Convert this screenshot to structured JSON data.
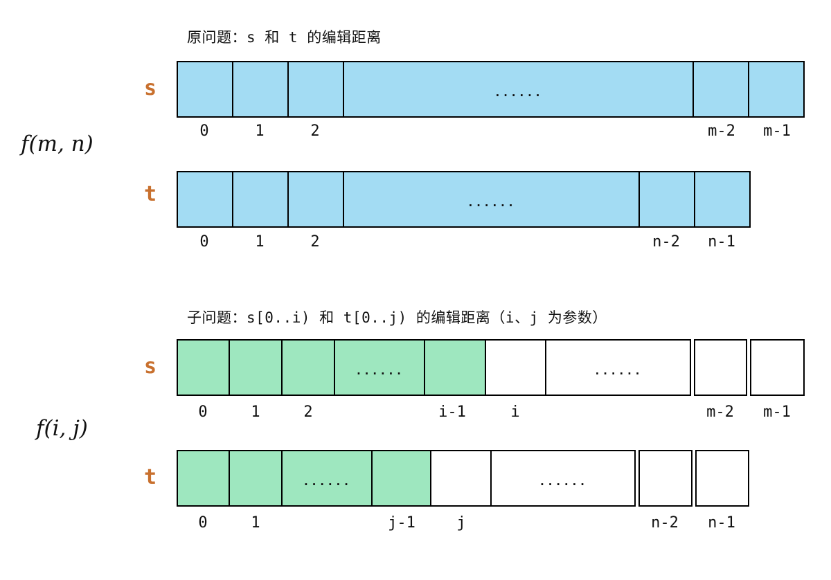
{
  "colors": {
    "cell_blue": "#a3dcf3",
    "cell_green": "#9ee7bf",
    "row_label_orange": "#c8702e",
    "border": "#000000"
  },
  "ellipsis": "......",
  "original": {
    "title": "原问题：s 和 t 的编辑距离",
    "formula": "f(m, n)",
    "row_s": {
      "label": "s",
      "indices": [
        "0",
        "1",
        "2",
        "m-2",
        "m-1"
      ]
    },
    "row_t": {
      "label": "t",
      "indices": [
        "0",
        "1",
        "2",
        "n-2",
        "n-1"
      ]
    }
  },
  "subproblem": {
    "title": "子问题：s[0..i) 和 t[0..j) 的编辑距离（i、j 为参数）",
    "formula": "f(i, j)",
    "row_s": {
      "label": "s",
      "indices": [
        "0",
        "1",
        "2",
        "i-1",
        "i",
        "m-2",
        "m-1"
      ]
    },
    "row_t": {
      "label": "t",
      "indices": [
        "0",
        "1",
        "j-1",
        "j",
        "n-2",
        "n-1"
      ]
    }
  }
}
